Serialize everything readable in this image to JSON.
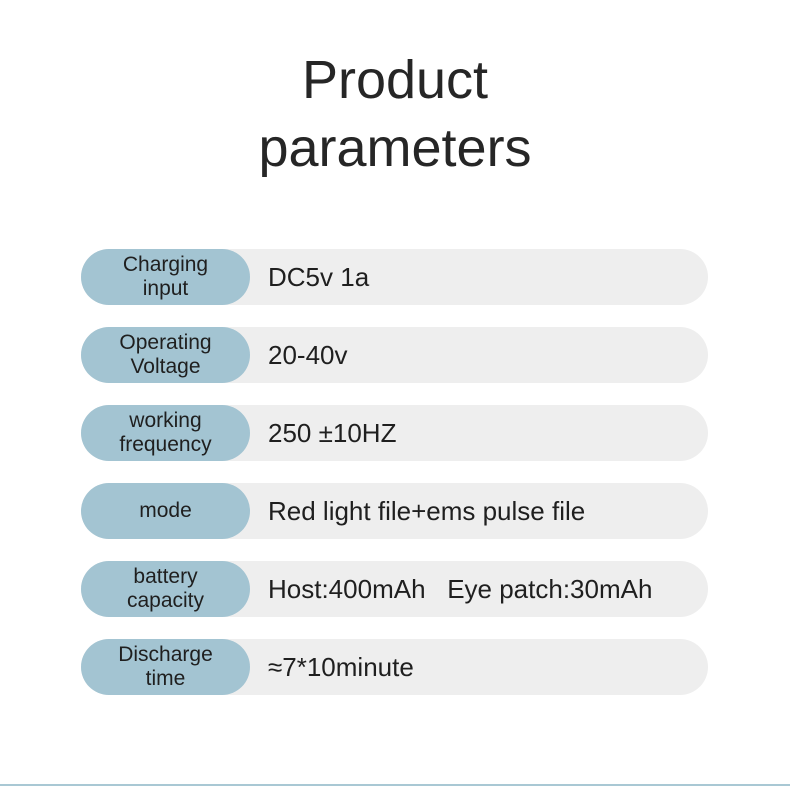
{
  "page": {
    "title_lines": [
      "Product",
      "parameters"
    ],
    "accent_color": "#a3c4d2",
    "bar_color": "#eeeeee",
    "text_color": "#1f1f1f",
    "footer_rule_color": "#a9c8d4",
    "background_color": "#ffffff"
  },
  "spec_rows": [
    {
      "label": "Charging\ninput",
      "value": "DC5v 1a"
    },
    {
      "label": "Operating\nVoltage",
      "value": "20-40v"
    },
    {
      "label": "working\nfrequency",
      "value": "250 ±10HZ"
    },
    {
      "label": "mode",
      "value": "Red light file+ems pulse file"
    },
    {
      "label": "battery\ncapacity",
      "value": "Host:400mAh   Eye patch:30mAh"
    },
    {
      "label": "Discharge\ntime",
      "value": "≈7*10minute"
    }
  ]
}
